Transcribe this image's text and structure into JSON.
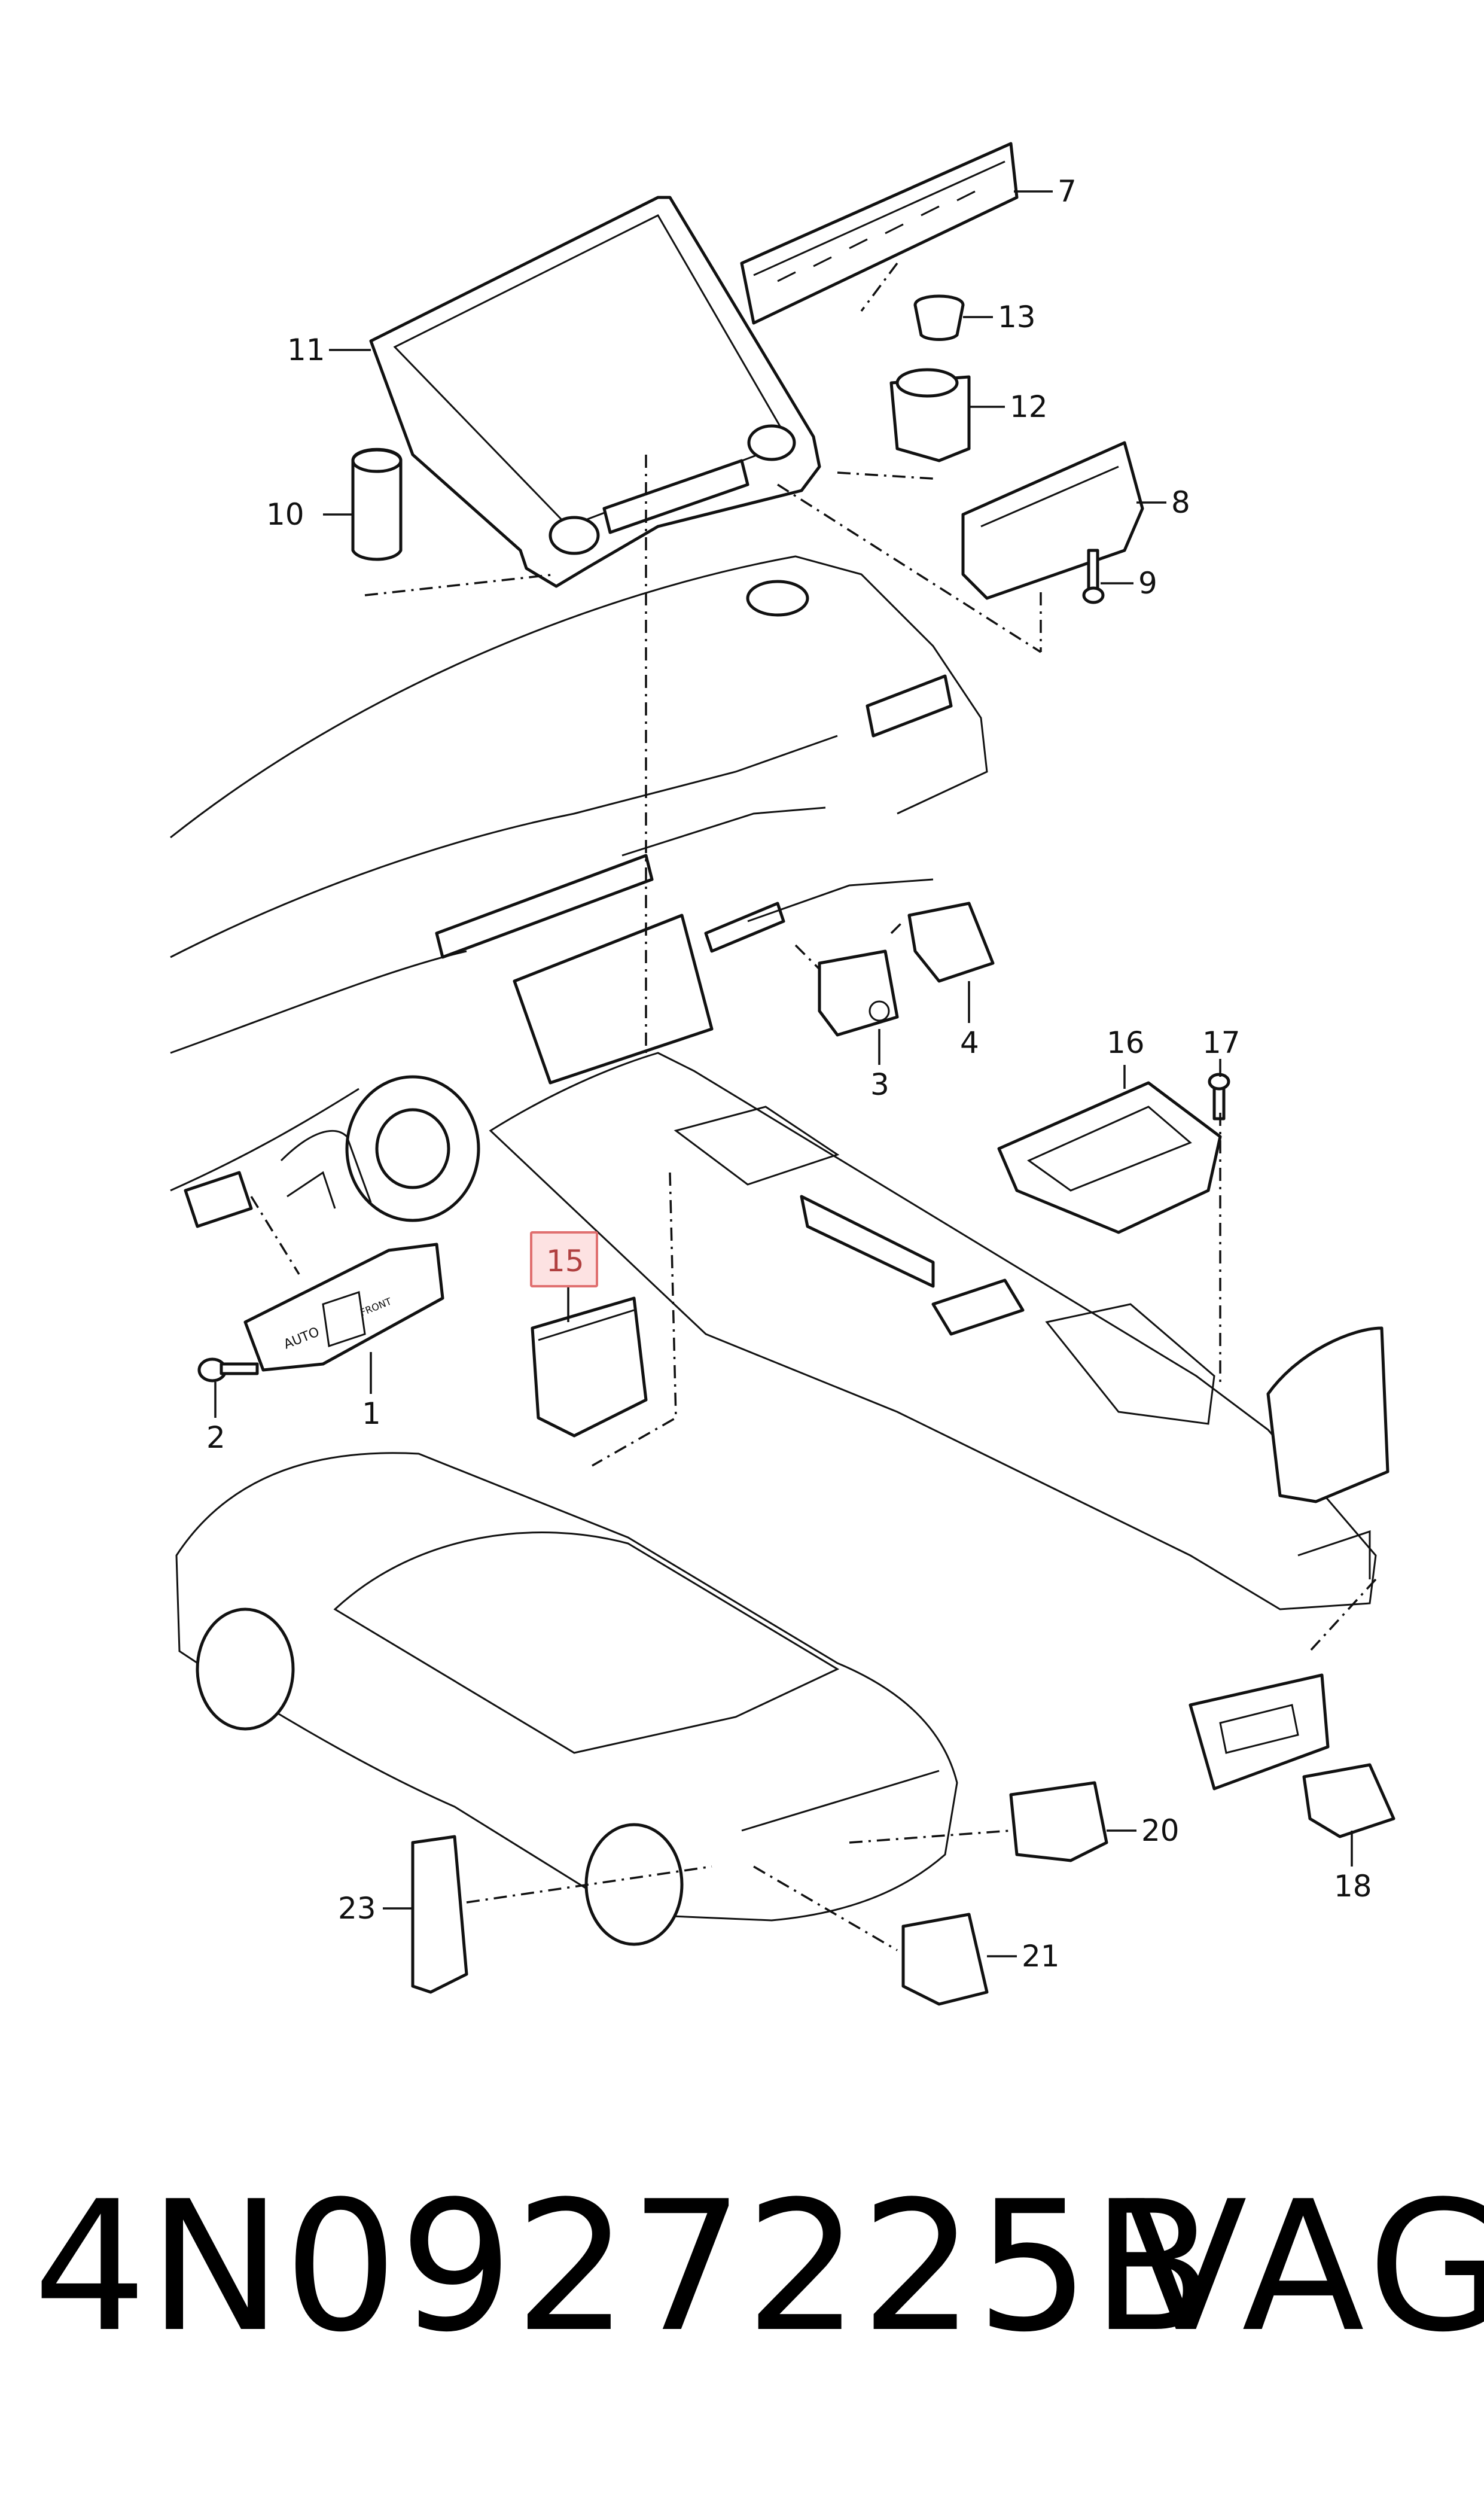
{
  "callouts": [
    {
      "id": "1",
      "text": "1"
    },
    {
      "id": "2",
      "text": "2"
    },
    {
      "id": "3",
      "text": "3"
    },
    {
      "id": "4",
      "text": "4"
    },
    {
      "id": "7",
      "text": "7"
    },
    {
      "id": "8",
      "text": "8"
    },
    {
      "id": "9",
      "text": "9"
    },
    {
      "id": "10",
      "text": "10"
    },
    {
      "id": "11",
      "text": "11"
    },
    {
      "id": "12",
      "text": "12"
    },
    {
      "id": "13",
      "text": "13"
    },
    {
      "id": "15",
      "text": "15",
      "highlighted": true
    },
    {
      "id": "16",
      "text": "16"
    },
    {
      "id": "17",
      "text": "17"
    },
    {
      "id": "18",
      "text": "18"
    },
    {
      "id": "20",
      "text": "20"
    },
    {
      "id": "21",
      "text": "21"
    },
    {
      "id": "23",
      "text": "23"
    }
  ],
  "switch_labels": {
    "auto": "AUTO",
    "front": "FRONT"
  },
  "caption": {
    "part_number": "4N0927225B",
    "brand": "VAG"
  },
  "colors": {
    "line": "#111111",
    "highlight_fill": "#fde2e2",
    "highlight_stroke": "#e07070",
    "background": "#ffffff"
  }
}
